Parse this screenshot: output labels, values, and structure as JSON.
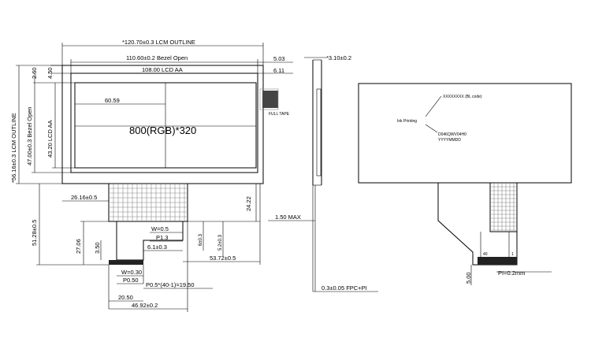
{
  "front": {
    "lcm_outline_w": "*120.70±0.3 LCM OUTLINE",
    "bezel_open_w": "110.60±0.2 Bezel  Open",
    "right_503": "5.03",
    "lcd_aa_w": "108.00 LCD AA",
    "right_611": "6.11",
    "left_260": "2.60",
    "left_450": "4.50",
    "dim_6059": "60.59",
    "resolution": "800(RGB)*320",
    "full_tape": "FULL TAPE",
    "lcm_outline_h": "*56.16±0.3 LCM OUTLINE",
    "bezel_open_h": "47.00±0.3 Bezel  Open",
    "lcd_aa_h": "43.20 LCD AA",
    "dim_2616": "26.16±0.5",
    "dim_2422": "24.22",
    "dim_5128": "51.28±0.5",
    "dim_2706": "27.06",
    "dim_350": "3.50",
    "w05": "W=0.5",
    "p13": "P1.3",
    "dim_61": "6.1±0.3",
    "dim_6": "6±0.3",
    "dim_52": "5.2±0.3",
    "dim_5372": "53.72±0.5",
    "w030": "W=0.30",
    "p050": "P0.50",
    "p05_pitch": "P0.5*(40-1)=19.50",
    "dim_2050": "20.50",
    "dim_4692": "46.92±0.2"
  },
  "side": {
    "thickness": "*3.10±0.2",
    "max": "1.50 MAX",
    "fpc": "0.3±0.05 FPC+PI"
  },
  "back": {
    "bl_code": "XXXXXXXX (BL code)",
    "ink": "Ink Printing",
    "model": "D046QWV04H0",
    "date": "YYYYMMDD",
    "pin40": "40",
    "pin1": "1",
    "dim_500": "5.00",
    "pi": "PI=0.2mm"
  }
}
